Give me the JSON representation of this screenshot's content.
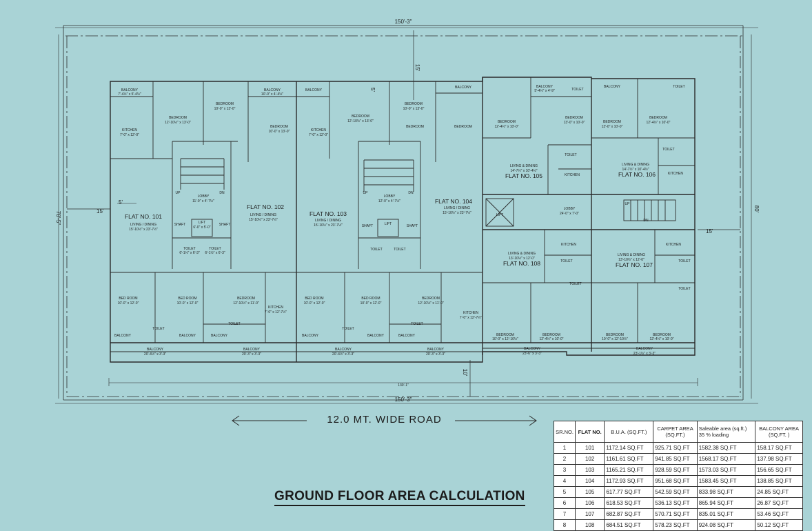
{
  "dimensions": {
    "top_width": "150'-3\"",
    "bottom_width": "150'-3\"",
    "left_depth": "78'-5\"",
    "right_depth": "80'",
    "front_setback": "15'",
    "left_setback": "15'",
    "left_inner": "5'",
    "right_setback": "15'",
    "rear_setback": "10'",
    "inner_top": "5'",
    "inner_bottom": "130'-1\""
  },
  "flats": [
    {
      "label": "FLAT NO. 101",
      "room": "LIVING / DINING",
      "size": "15'-10½\" x 23'-7½\""
    },
    {
      "label": "FLAT NO. 102",
      "room": "LIVING / DINING",
      "size": "15'-10½\" x 23'-7½\""
    },
    {
      "label": "FLAT NO. 103",
      "room": "LIVING / DINING",
      "size": "15'-10½\" x 23'-7½\""
    },
    {
      "label": "FLAT NO. 104",
      "room": "LIVING / DINING",
      "size": "15'-10½\" x 23'-7½\""
    },
    {
      "label": "FLAT NO. 105",
      "room": "LIVING & DINING",
      "size": "14'-7½\" x 10'-4½\""
    },
    {
      "label": "FLAT NO. 106",
      "room": "LIVING & DINING",
      "size": "14'-7½\" x 10'-4½\""
    },
    {
      "label": "FLAT NO. 107",
      "room": "LIVING & DINING",
      "size": "13'-10½\" x 12'-0\""
    },
    {
      "label": "FLAT NO. 108",
      "room": "LIVING & DINING",
      "size": "13'-10½\" x 12'-0\""
    }
  ],
  "rooms": {
    "balcony": "BALCONY",
    "bedroom": "BEDROOM",
    "bed_room": "BED ROOM",
    "kitchen": "KITCHEN",
    "toilet": "TOILET",
    "lobby": "LOBBY",
    "lift": "LIFT",
    "shaft": "SHAFT",
    "up": "UP",
    "dn": "DN"
  },
  "room_sizes": {
    "balcony_tl": "7'-4½\" x 5'-4½\"",
    "bedroom_a": "12'-10½\" x 13'-0\"",
    "bedroom_b": "10'-0\" x 13'-0\"",
    "kitchen_a": "7'-0\" x 12'-0\"",
    "lobby_a": "11'-9\" x 4'-7½\"",
    "lobby_b": "12'-0\" x 4'-7½\"",
    "lobby_c": "24'-0\" x 7'-0\"",
    "lift_a": "6'-0\" x 5'-0\"",
    "toilet_a": "6'-1½\" x 6'-3\"",
    "bedroom_c": "10'-0\" x 12'-0\"",
    "bedroom_d": "12'-10½\" x 11'-0\"",
    "balcony_b": "20'-4½\" x 3'-3\"",
    "balcony_c": "20'-3\" x 3'-3\"",
    "balcony_d": "23'-6\" x 3'-3\"",
    "balcony_e": "23'-1½\" x 3'-3\"",
    "kitchen_b": "7'-0\" x 12'-7½\"",
    "bedroom_e": "10'-0\" x 12'-10½\"",
    "bedroom_f": "12'-4½\" x 10'-0\"",
    "bedroom_g": "13'-0\" x 10'-0\"",
    "balcony_f": "10'-0\" x 4'-4½\"",
    "balcony_g": "5'-4½\" x 4'-9\""
  },
  "road": {
    "label": "12.0 MT. WIDE ROAD"
  },
  "title": "GROUND FLOOR AREA CALCULATION",
  "table": {
    "headers": [
      "SR.NO.",
      "FLAT NO.",
      "B.U.A. (SQ.FT.)",
      "CARPET AREA (SQ.FT.)",
      "Saleable area (sq.ft.) 35 % loading",
      "BALCONY AREA (SQ.FT. )"
    ],
    "rows": [
      [
        "1",
        "101",
        "1172.14 SQ.FT",
        "925.71 SQ.FT",
        "1582.38 SQ.FT",
        "158.17 SQ.FT"
      ],
      [
        "2",
        "102",
        "1161.61 SQ.FT",
        "941.85 SQ.FT",
        "1568.17 SQ.FT",
        "137.98 SQ.FT"
      ],
      [
        "3",
        "103",
        "1165.21 SQ.FT",
        "928.59 SQ.FT",
        "1573.03 SQ.FT",
        "156.65 SQ.FT"
      ],
      [
        "4",
        "104",
        "1172.93 SQ.FT",
        "951.68 SQ.FT",
        "1583.45 SQ.FT",
        "138.85 SQ.FT"
      ],
      [
        "5",
        "105",
        "617.77 SQ.FT",
        "542.59 SQ.FT",
        "833.98 SQ.FT",
        "24.85 SQ.FT"
      ],
      [
        "6",
        "106",
        "618.53 SQ.FT",
        "536.13 SQ.FT",
        "865.94 SQ.FT",
        "26.87 SQ.FT"
      ],
      [
        "7",
        "107",
        "682.87 SQ.FT",
        "570.71 SQ.FT",
        "835.01 SQ.FT",
        "53.46 SQ.FT"
      ],
      [
        "8",
        "108",
        "684.51 SQ.FT",
        "578.23 SQ.FT",
        "924.08 SQ.FT",
        "50.12 SQ.FT"
      ]
    ]
  },
  "colors": {
    "background": "#a9d3d6",
    "line": "#2b2b2b",
    "table_bg": "#ffffff"
  }
}
